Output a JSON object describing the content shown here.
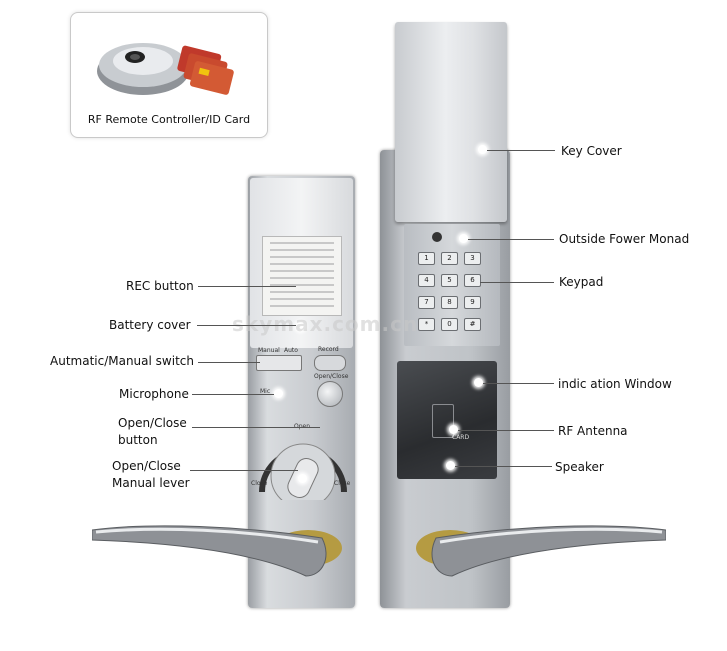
{
  "inset": {
    "caption": "RF Remote Controller/ID Card"
  },
  "watermark": "skymax.com.cn",
  "left_labels": {
    "rec": "REC button",
    "battery": "Battery cover",
    "switch": "Autmatic/Manual switch",
    "mic": "Microphone",
    "openclose_1": "Open/Close",
    "openclose_2": "button",
    "lever_1": "Open/Close",
    "lever_2": "Manual lever"
  },
  "right_labels": {
    "key_cover": "Key Cover",
    "outside_power": "Outside Fower Monad",
    "keypad": "Keypad",
    "indication": "indic ation Window",
    "rf_antenna": "RF Antenna",
    "speaker": "Speaker"
  },
  "device_text": {
    "manual": "Manual",
    "auto": "Auto",
    "record": "Record",
    "mic": "Mic",
    "openclose": "Open/Close",
    "open": "Open",
    "close_l": "Close",
    "close_r": "Close",
    "card": "CARD"
  },
  "keys": [
    "1",
    "2",
    "3",
    "4",
    "5",
    "6",
    "7",
    "8",
    "9",
    "*",
    "0",
    "#"
  ]
}
